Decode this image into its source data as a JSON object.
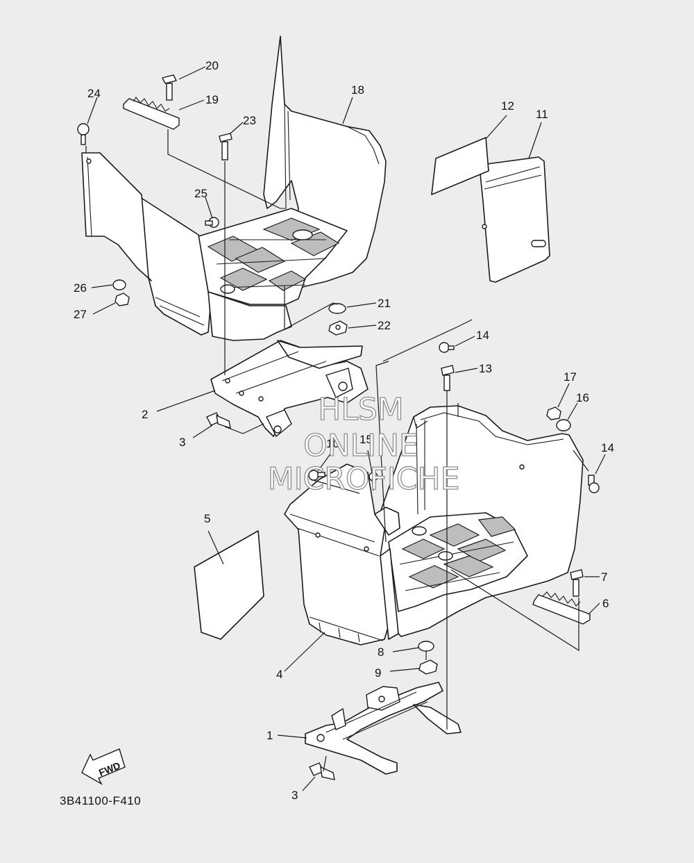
{
  "diagram_code": "3B41100-F410",
  "fwd_label": "FWD",
  "watermark": {
    "line1": "HLSM",
    "line2": "ONLINE",
    "line3": "MICROFICHE"
  },
  "callouts": {
    "n1": "1",
    "n2": "2",
    "n3a": "3",
    "n3b": "3",
    "n4": "4",
    "n5": "5",
    "n6": "6",
    "n7": "7",
    "n8": "8",
    "n9": "9",
    "n10": "10",
    "n11": "11",
    "n12": "12",
    "n13": "13",
    "n14a": "14",
    "n14b": "14",
    "n15": "15",
    "n16": "16",
    "n17": "17",
    "n18": "18",
    "n19": "19",
    "n20": "20",
    "n21": "21",
    "n22": "22",
    "n23": "23",
    "n24": "24",
    "n25": "25",
    "n26": "26",
    "n27": "27"
  }
}
